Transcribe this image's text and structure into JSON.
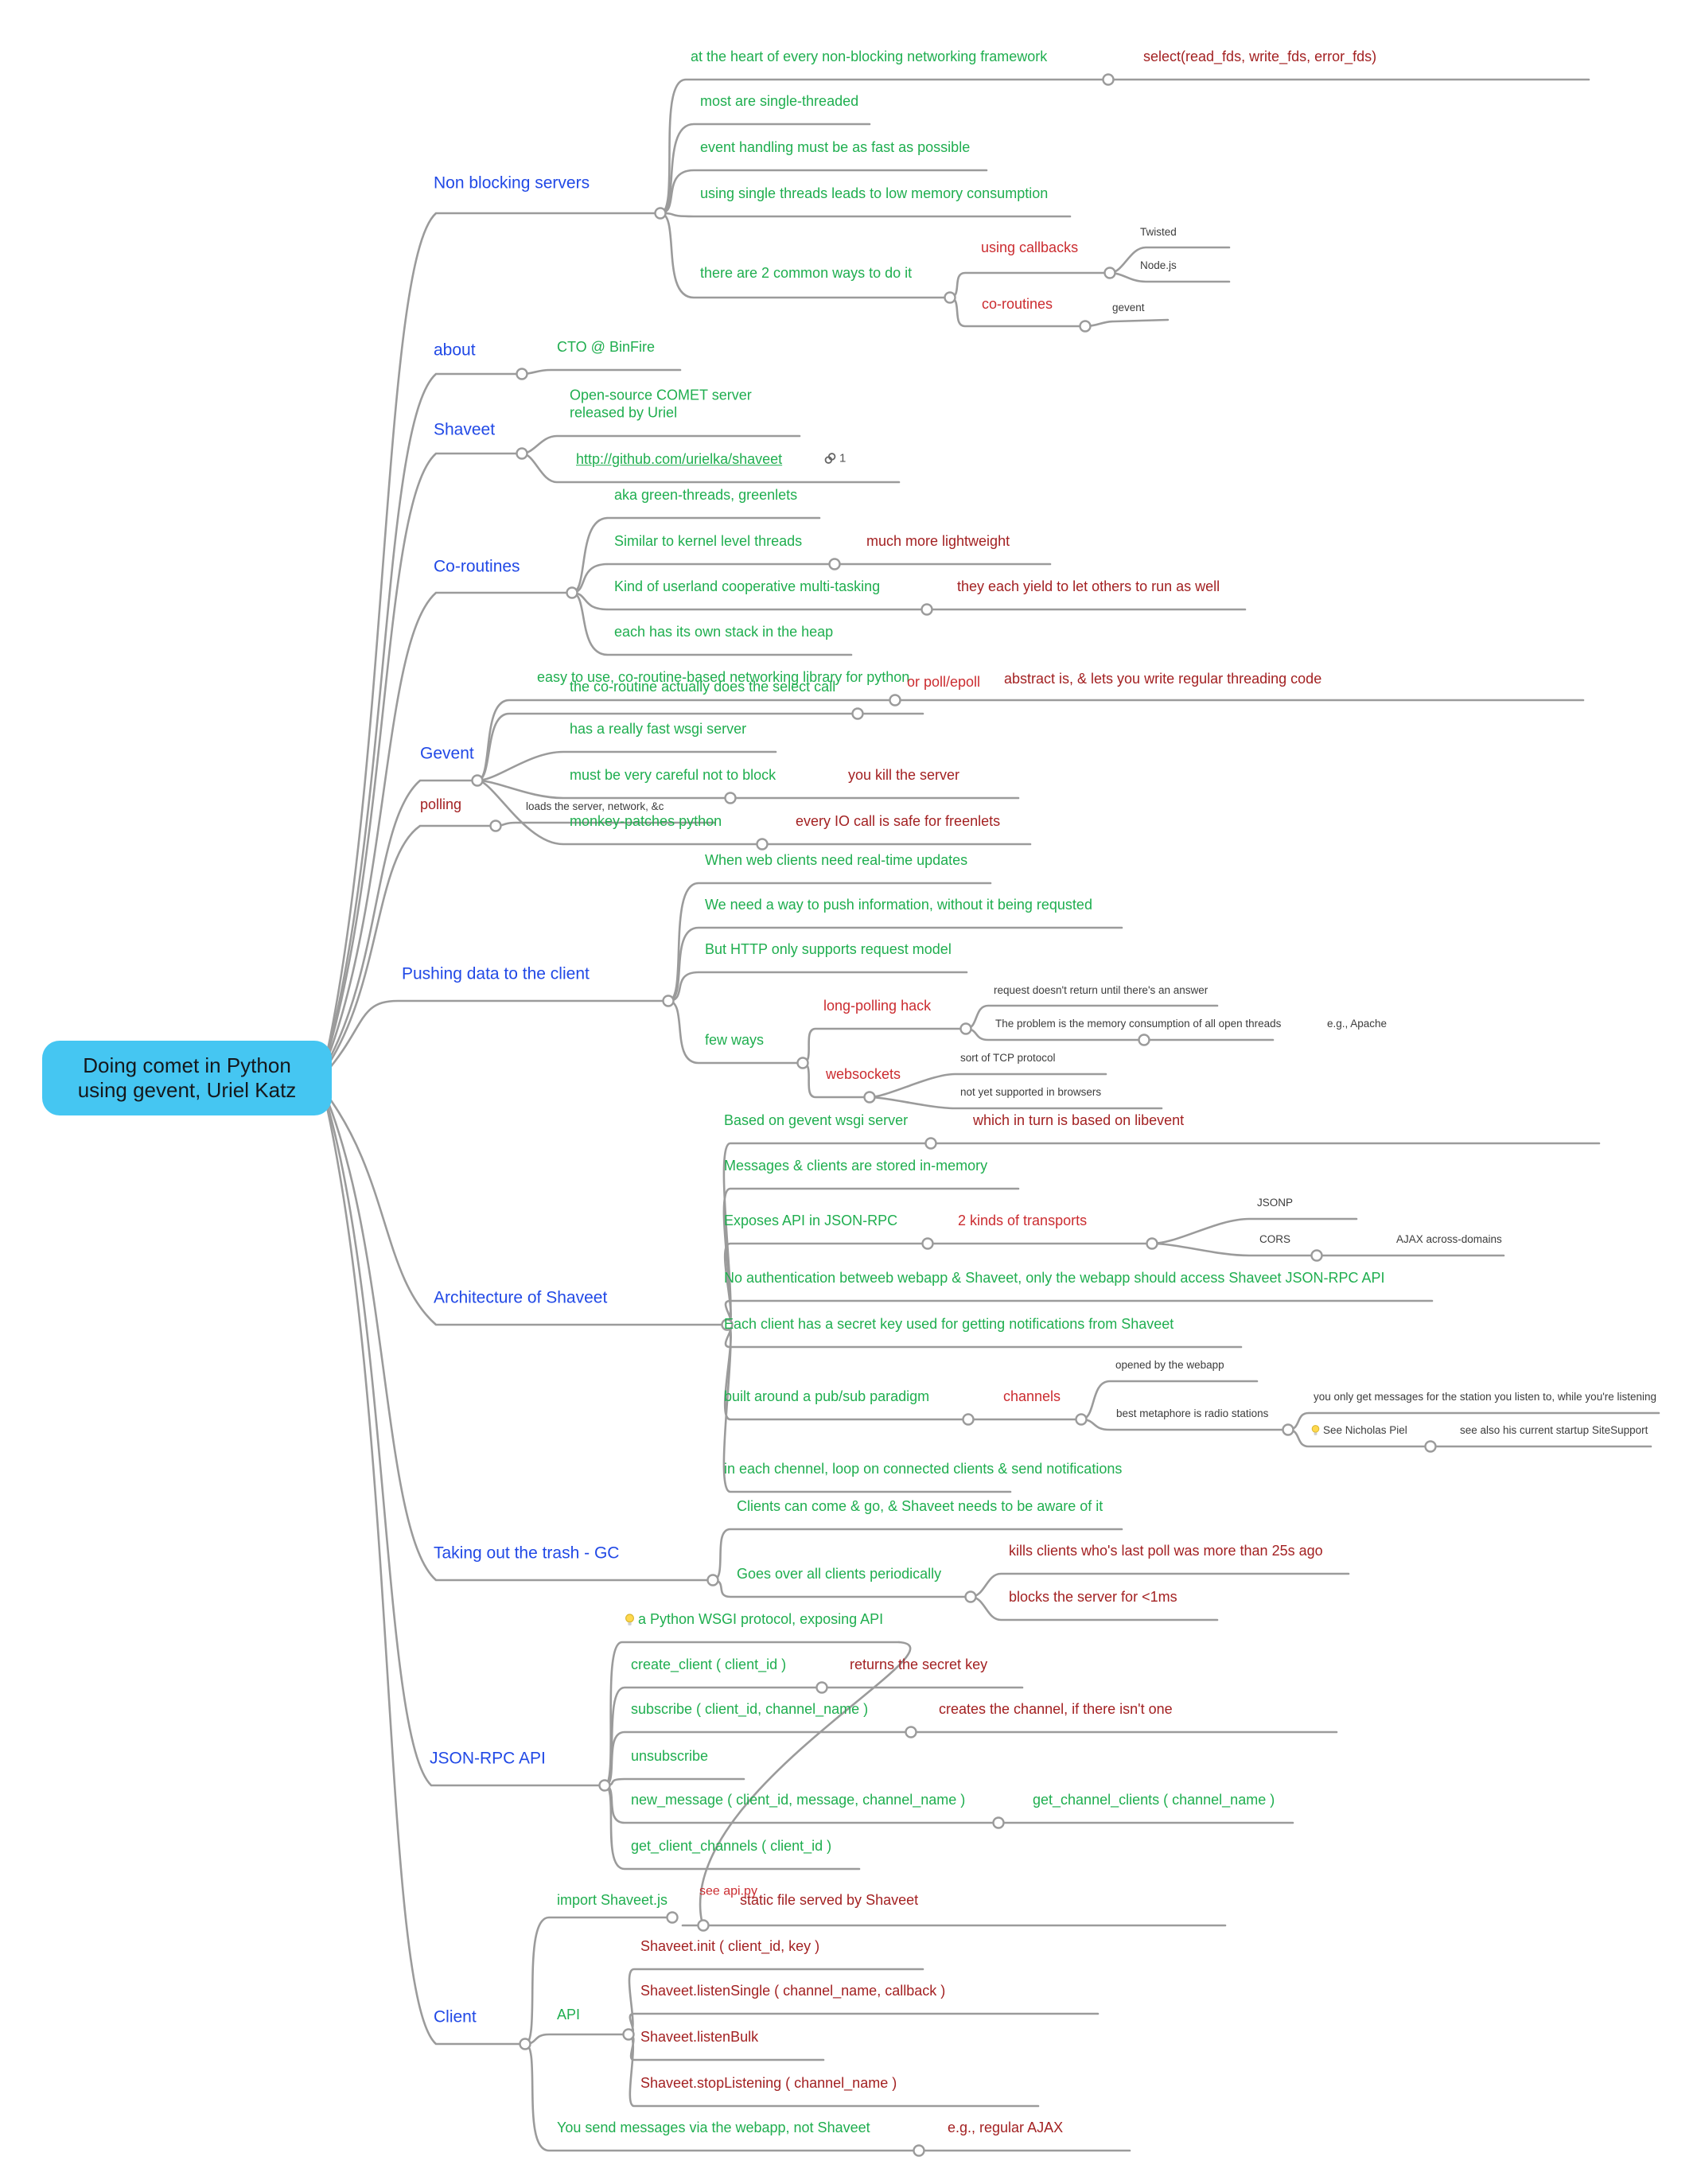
{
  "root": {
    "title": "Doing comet in Python using gevent, Uriel Katz"
  },
  "palette": {
    "topic_blue": "#2149e6",
    "green": "#1fae4f",
    "red": "#cb2c30",
    "dark_red": "#a32122",
    "small_text": "#3c3c3c",
    "root_fill": "#45c6f2",
    "line_gray": "#9b9b9b"
  },
  "branches": {
    "nbs": {
      "label": "Non blocking servers",
      "heart": "at the heart of every non-blocking networking framework",
      "select": "select(read_fds, write_fds, error_fds)",
      "single_threaded": "most are single-threaded",
      "fast": "event handling must be as fast as possible",
      "low_mem": "using single threads leads to low memory consumption",
      "two_ways": "there are 2 common ways to do it",
      "callbacks": "using callbacks",
      "twisted": "Twisted",
      "nodejs": "Node.js",
      "coroutines": "co-routines",
      "gevent": "gevent"
    },
    "about": {
      "label": "about",
      "cto": "CTO @ BinFire"
    },
    "shaveet": {
      "label": "Shaveet",
      "open_source": "Open-source COMET server released by Uriel",
      "url": "http://github.com/urielka/shaveet",
      "link_count": "1"
    },
    "coroutines": {
      "label": "Co-routines",
      "aka": "aka green-threads, greenlets",
      "similar": "Similar to kernel level threads",
      "lightweight": "much more lightweight",
      "userland": "Kind of userland cooperative multi-tasking",
      "yield": "they each yield to let others to run as well",
      "stack": "each has its own stack in the heap"
    },
    "gevent": {
      "label": "Gevent",
      "easy": "easy to use, co-routine-based networking library for python",
      "select_call": "the co-routine actually does the select call",
      "poll": "or poll/epoll",
      "abstract": "abstract is, & lets you write regular threading code",
      "wsgi": "has a really fast wsgi server",
      "careful": "must be very careful not to block",
      "kill": "you kill the server",
      "monkey": "monkey-patches python",
      "io_safe": "every IO call is safe for freenlets"
    },
    "polling": {
      "label": "polling",
      "loads": "loads the server, network, &c"
    },
    "pushing": {
      "label": "Pushing data to the client",
      "realtime": "When web clients need real-time updates",
      "push": "We need a way to push information, without it being requsted",
      "http": "But HTTP only supports request model",
      "few_ways": "few ways",
      "long_polling": "long-polling hack",
      "no_return": "request doesn't return until there's an answer",
      "mem_problem": "The problem is the memory consumption of all open threads",
      "apache": "e.g., Apache",
      "websockets": "websockets",
      "tcp": "sort of TCP protocol",
      "not_supported": "not yet supported in browsers"
    },
    "arch": {
      "label": "Architecture of Shaveet",
      "based": "Based on gevent wsgi server",
      "libevent": "which in turn is based on libevent",
      "in_memory": "Messages & clients are stored in-memory",
      "exposes": "Exposes API in JSON-RPC",
      "transports": "2 kinds of transports",
      "jsonp": "JSONP",
      "cors": "CORS",
      "ajax": "AJAX across-domains",
      "no_auth": "No authentication betweeb webapp & Shaveet, only the webapp should access Shaveet JSON-RPC API",
      "secret": "Each client has a secret key used for getting notifications from Shaveet",
      "pubsub": "built around a pub/sub paradigm",
      "channels": "channels",
      "opened": "opened by the webapp",
      "metaphore": "best metaphore is radio stations",
      "station": "you only get messages for the station you listen to, while you're listening",
      "nicholas": "See Nicholas Piel",
      "sitesupport": "see also his current startup SiteSupport",
      "loop": "in each chennel, loop on connected clients & send notifications"
    },
    "gc": {
      "label": "Taking out the trash - GC",
      "aware": "Clients can come & go, & Shaveet needs to be aware of it",
      "goes_over": "Goes over all clients periodically",
      "kills": "kills clients who's last poll was more than 25s ago",
      "blocks": "blocks the server for <1ms"
    },
    "api": {
      "label": "JSON-RPC API",
      "wsgi_protocol": "a Python WSGI protocol, exposing API",
      "create": "create_client ( client_id )",
      "ret_secret": "returns the secret key",
      "subscribe": "subscribe ( client_id, channel_name )",
      "creates_channel": "creates the channel, if there isn't one",
      "unsubscribe": "unsubscribe",
      "new_message": "new_message ( client_id, message, channel_name )",
      "get_channel_clients": "get_channel_clients ( channel_name )",
      "get_client_channels": "get_client_channels ( client_id )"
    },
    "client": {
      "label": "Client",
      "import_js": "import Shaveet.js",
      "see_api": "see api.py",
      "static_file": "static file served by Shaveet",
      "init": "Shaveet.init ( client_id, key )",
      "api": "API",
      "listen_single": "Shaveet.listenSingle ( channel_name, callback )",
      "listen_bulk": "Shaveet.listenBulk",
      "stop": "Shaveet.stopListening ( channel_name )",
      "you_send": "You send messages via the webapp, not Shaveet",
      "ajax": "e.g., regular AJAX"
    }
  }
}
